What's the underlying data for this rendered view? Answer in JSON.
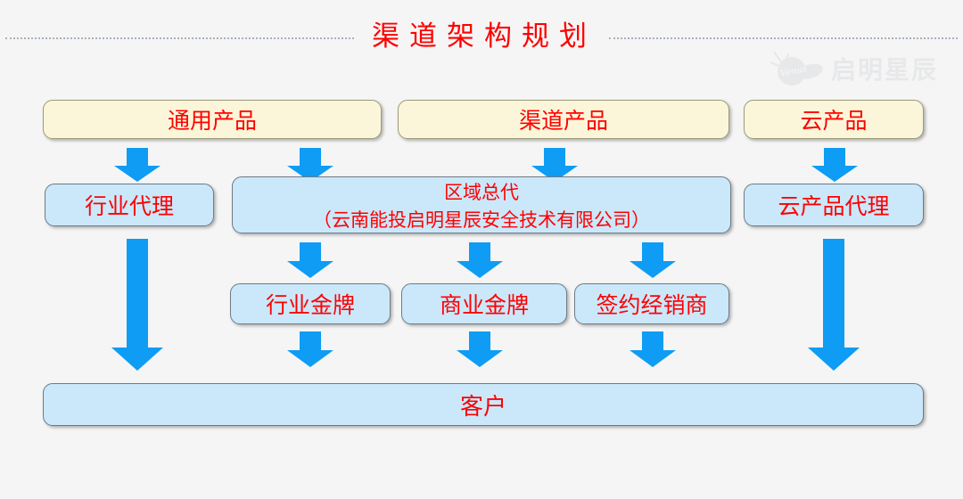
{
  "slide": {
    "title": "渠道架构规划",
    "background_color": "#f5f5f5",
    "rule_color": "#a8b0c0",
    "title_color": "#ff0000"
  },
  "watermark": {
    "brand_text": "启明星辰",
    "mark_label": "Venus",
    "color": "#c9cbce"
  },
  "palette": {
    "cream_fill": "#fbf6d9",
    "cream_border": "#9b9b7a",
    "blue_fill": "#cbe8fb",
    "blue_border": "#6d7b86",
    "arrow_blue": "#0e9cf5",
    "text_red": "#ff0000"
  },
  "nodes": {
    "product_tier": [
      {
        "id": "general-product",
        "label": "通用产品"
      },
      {
        "id": "channel-product",
        "label": "渠道产品"
      },
      {
        "id": "cloud-product",
        "label": "云产品"
      }
    ],
    "agent_tier": [
      {
        "id": "industry-agent",
        "label": "行业代理"
      },
      {
        "id": "regional-agent",
        "label": "区域总代",
        "sublabel": "（云南能投启明星辰安全技术有限公司）"
      },
      {
        "id": "cloud-product-agent",
        "label": "云产品代理"
      }
    ],
    "gold_tier": [
      {
        "id": "industry-gold",
        "label": "行业金牌"
      },
      {
        "id": "commercial-gold",
        "label": "商业金牌"
      },
      {
        "id": "contracted-dealer",
        "label": "签约经销商"
      }
    ],
    "customer": {
      "id": "customer",
      "label": "客户"
    }
  },
  "connectors": [
    {
      "id": "arrow-general-to-industry-agent",
      "from": "general-product",
      "to": "industry-agent"
    },
    {
      "id": "arrow-general-to-regional-agent",
      "from": "general-product",
      "to": "regional-agent"
    },
    {
      "id": "arrow-channel-to-regional-agent",
      "from": "channel-product",
      "to": "regional-agent"
    },
    {
      "id": "arrow-cloud-to-cloud-agent",
      "from": "cloud-product",
      "to": "cloud-product-agent"
    },
    {
      "id": "arrow-industry-agent-to-customer",
      "from": "industry-agent",
      "to": "customer"
    },
    {
      "id": "arrow-regional-to-industry-gold",
      "from": "regional-agent",
      "to": "industry-gold"
    },
    {
      "id": "arrow-regional-to-commercial-gold",
      "from": "regional-agent",
      "to": "commercial-gold"
    },
    {
      "id": "arrow-regional-to-contracted-dealer",
      "from": "regional-agent",
      "to": "contracted-dealer"
    },
    {
      "id": "arrow-cloud-agent-to-customer",
      "from": "cloud-product-agent",
      "to": "customer"
    },
    {
      "id": "arrow-industry-gold-to-customer",
      "from": "industry-gold",
      "to": "customer"
    },
    {
      "id": "arrow-commercial-gold-to-customer",
      "from": "commercial-gold",
      "to": "customer"
    },
    {
      "id": "arrow-contracted-dealer-to-customer",
      "from": "contracted-dealer",
      "to": "customer"
    }
  ]
}
